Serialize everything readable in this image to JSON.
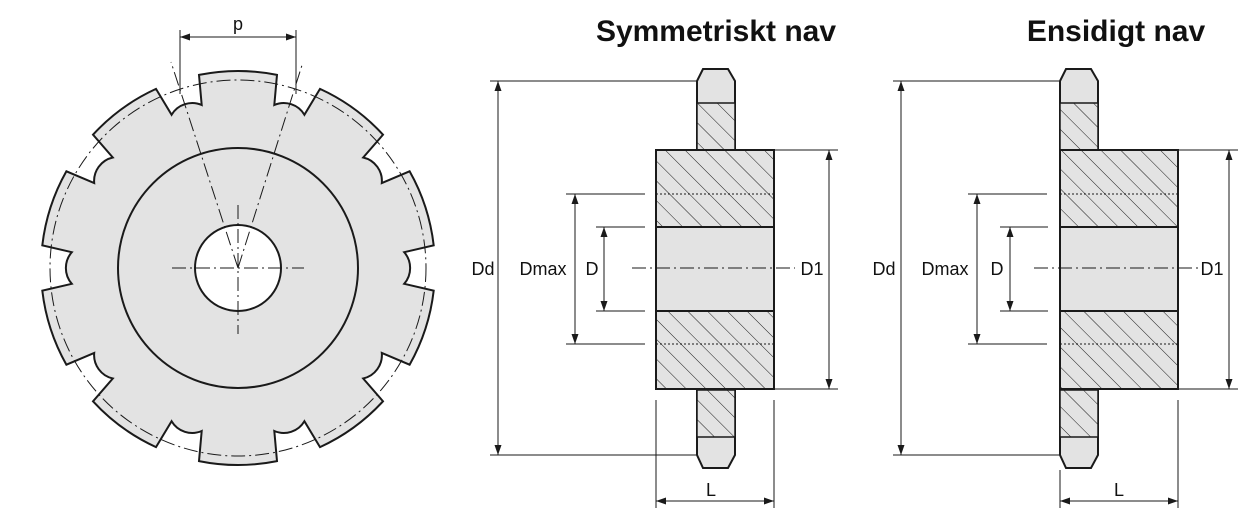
{
  "colors": {
    "fill": "#e3e3e3",
    "line": "#1a1a1a",
    "background": "#ffffff"
  },
  "front_view": {
    "pitch_label": "p"
  },
  "symmetric_hub": {
    "title": "Symmetriskt nav",
    "labels": {
      "dd": "Dd",
      "dmax": "Dmax",
      "d": "D",
      "d1": "D1",
      "l": "L"
    }
  },
  "one_sided_hub": {
    "title": "Ensidigt nav",
    "labels": {
      "dd": "Dd",
      "dmax": "Dmax",
      "d": "D",
      "d1": "D1",
      "l": "L"
    }
  }
}
